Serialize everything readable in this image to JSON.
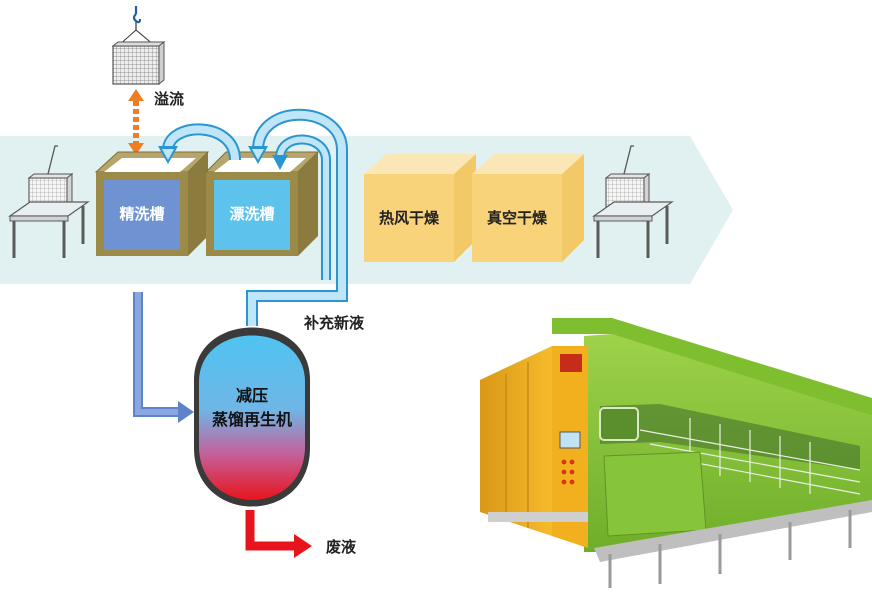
{
  "labels": {
    "overflow": "溢流",
    "fine_wash_tank": "精洗槽",
    "rinse_tank": "漂洗槽",
    "hot_air_dry": "热风干燥",
    "vacuum_dry": "真空干燥",
    "fresh_solvent": "补充新液",
    "regenerator_line1": "减压",
    "regenerator_line2": "蒸馏再生机",
    "waste_liquid": "废液"
  },
  "colors": {
    "band": "#e1f1f2",
    "tank_wall": "#9c8a48",
    "fine_wash_liquid": "#6f93d2",
    "rinse_liquid": "#5ec3ec",
    "dryer": "#f8d37a",
    "dryer_side": "#fbe7b6",
    "overflow_arrow": "#ef7d22",
    "return_pipe": "#7bcaf0",
    "drain_pipe": "#7d9ed9",
    "waste_arrow": "#e8141c",
    "regenerator_top": "#4fc4f2",
    "regenerator_bottom": "#e8141c",
    "machine_body": "#8ccc37",
    "machine_panel": "#f2b01e"
  },
  "icons": [
    "hook-icon",
    "basket-icon",
    "table-icon"
  ]
}
